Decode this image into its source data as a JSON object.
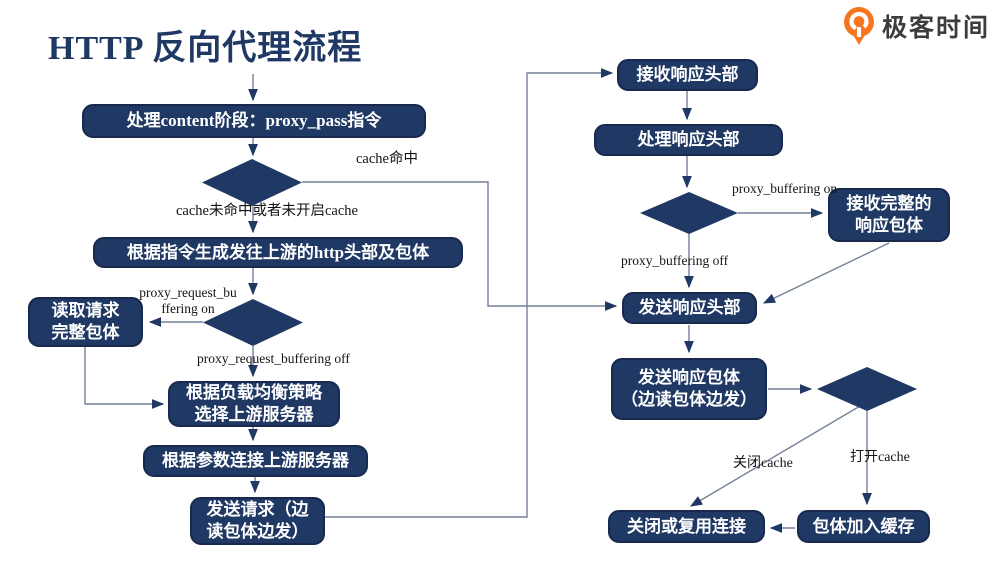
{
  "title": "HTTP 反向代理流程",
  "logo": {
    "text": "极客时间"
  },
  "colors": {
    "node_fill": "#1f3864",
    "node_text": "#ffffff",
    "title_text": "#1f3864",
    "edge_line": "#75809a",
    "arrowhead": "#1f3864",
    "logo_orange": "#f7751e",
    "logo_text": "#3d3d3d"
  },
  "nodes": {
    "process_content": "处理content阶段：proxy_pass指令",
    "gen_upstream": "根据指令生成发往上游的http头部及包体",
    "read_full_body": "读取请求\n完整包体",
    "lb_select": "根据负载均衡策略\n选择上游服务器",
    "connect_upstream": "根据参数连接上游服务器",
    "send_request": "发送请求（边\n读包体边发）",
    "recv_resp_header": "接收响应头部",
    "proc_resp_header": "处理响应头部",
    "recv_full_resp": "接收完整的\n响应包体",
    "send_resp_header": "发送响应头部",
    "send_resp_body": "发送响应包体\n（边读包体边发）",
    "close_or_reuse": "关闭或复用连接",
    "body_to_cache": "包体加入缓存"
  },
  "labels": {
    "cache_hit": "cache命中",
    "cache_miss": "cache未命中或者未开启cache",
    "req_buffering_on": "proxy_request_bu\nffering on",
    "req_buffering_off": "proxy_request_buffering off",
    "buffering_on": "proxy_buffering on",
    "buffering_off": "proxy_buffering off",
    "cache_off": "关闭cache",
    "cache_on": "打开cache"
  }
}
